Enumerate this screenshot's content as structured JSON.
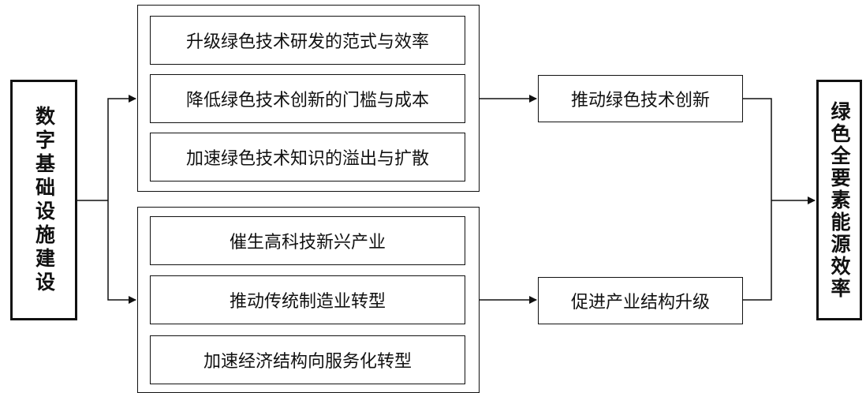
{
  "source": {
    "label": "数字基础设施建设"
  },
  "group_top": {
    "items": [
      "升级绿色技术研发的范式与效率",
      "降低绿色技术创新的门槛与成本",
      "加速绿色技术知识的溢出与扩散"
    ],
    "outcome": "推动绿色技术创新"
  },
  "group_bottom": {
    "items": [
      "催生高科技新兴产业",
      "推动传统制造业转型",
      "加速经济结构向服务化转型"
    ],
    "outcome": "促进产业结构升级"
  },
  "target": {
    "label": "绿色全要素能源效率"
  }
}
